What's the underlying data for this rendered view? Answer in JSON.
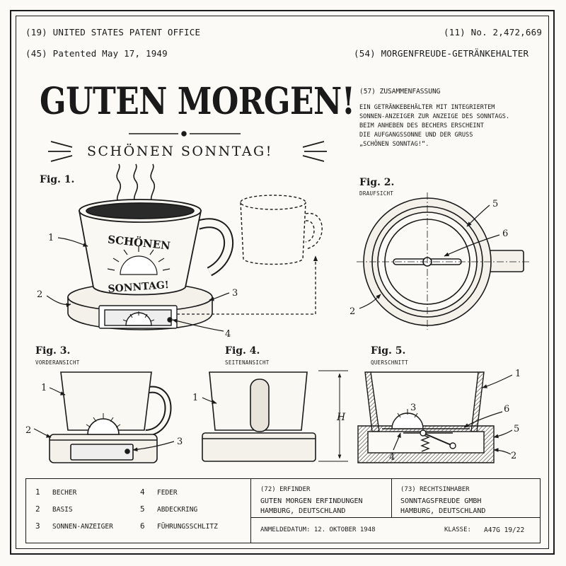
{
  "header": {
    "office_code": "(19)",
    "office": "UNITED STATES PATENT OFFICE",
    "number_code": "(11)",
    "number": "No. 2,472,669",
    "patented_code": "(45)",
    "patented": "Patented May 17, 1949",
    "name_code": "(54)",
    "name": "MORGENFREUDE-GETRÄNKEHALTER"
  },
  "headline": {
    "title": "GUTEN MORGEN!",
    "subtitle": "SCHÖNEN SONNTAG!"
  },
  "abstract": {
    "heading": "(57) ZUSAMMENFASSUNG",
    "lines": [
      "EIN GETRÄNKEBEHÄLTER MIT INTEGRIERTEM",
      "SONNEN-ANZEIGER ZUR ANZEIGE DES SONNTAGS.",
      "BEIM ANHEBEN DES BECHERS ERSCHEINT",
      "DIE AUFGANGSSONNE UND DER GRUSS",
      "„SCHÖNEN SONNTAG!“."
    ]
  },
  "figures": {
    "fig1": {
      "label": "Fig. 1.",
      "mug_text_top": "SCHÖNEN",
      "mug_text_bottom": "SONNTAG!"
    },
    "fig2": {
      "label": "Fig. 2.",
      "sub": "DRAUFSICHT"
    },
    "fig3": {
      "label": "Fig. 3.",
      "sub": "VORDERANSICHT"
    },
    "fig4": {
      "label": "Fig. 4.",
      "sub": "SEITENANSICHT",
      "dimension": "H"
    },
    "fig5": {
      "label": "Fig. 5.",
      "sub": "QUERSCHNITT"
    }
  },
  "callouts": {
    "one": "1",
    "two": "2",
    "three": "3",
    "four": "4",
    "five": "5",
    "six": "6"
  },
  "legend": {
    "parts": [
      {
        "n": "1",
        "label": "BECHER"
      },
      {
        "n": "2",
        "label": "BASIS"
      },
      {
        "n": "3",
        "label": "SONNEN-ANZEIGER"
      },
      {
        "n": "4",
        "label": "FEDER"
      },
      {
        "n": "5",
        "label": "ABDECKRING"
      },
      {
        "n": "6",
        "label": "FÜHRUNGSSCHLITZ"
      }
    ],
    "inventor_heading": "(72) ERFINDER",
    "inventor_name": "GUTEN MORGEN ERFINDUNGEN",
    "inventor_city": "HAMBURG, DEUTSCHLAND",
    "holder_heading": "(73) RECHTSINHABER",
    "holder_name": "SONNTAGSFREUDE GMBH",
    "holder_city": "HAMBURG, DEUTSCHLAND",
    "filing": "ANMELDEDATUM: 12. OKTOBER 1948",
    "class_label": "KLASSE:",
    "class_value": "A47G 19/22"
  }
}
